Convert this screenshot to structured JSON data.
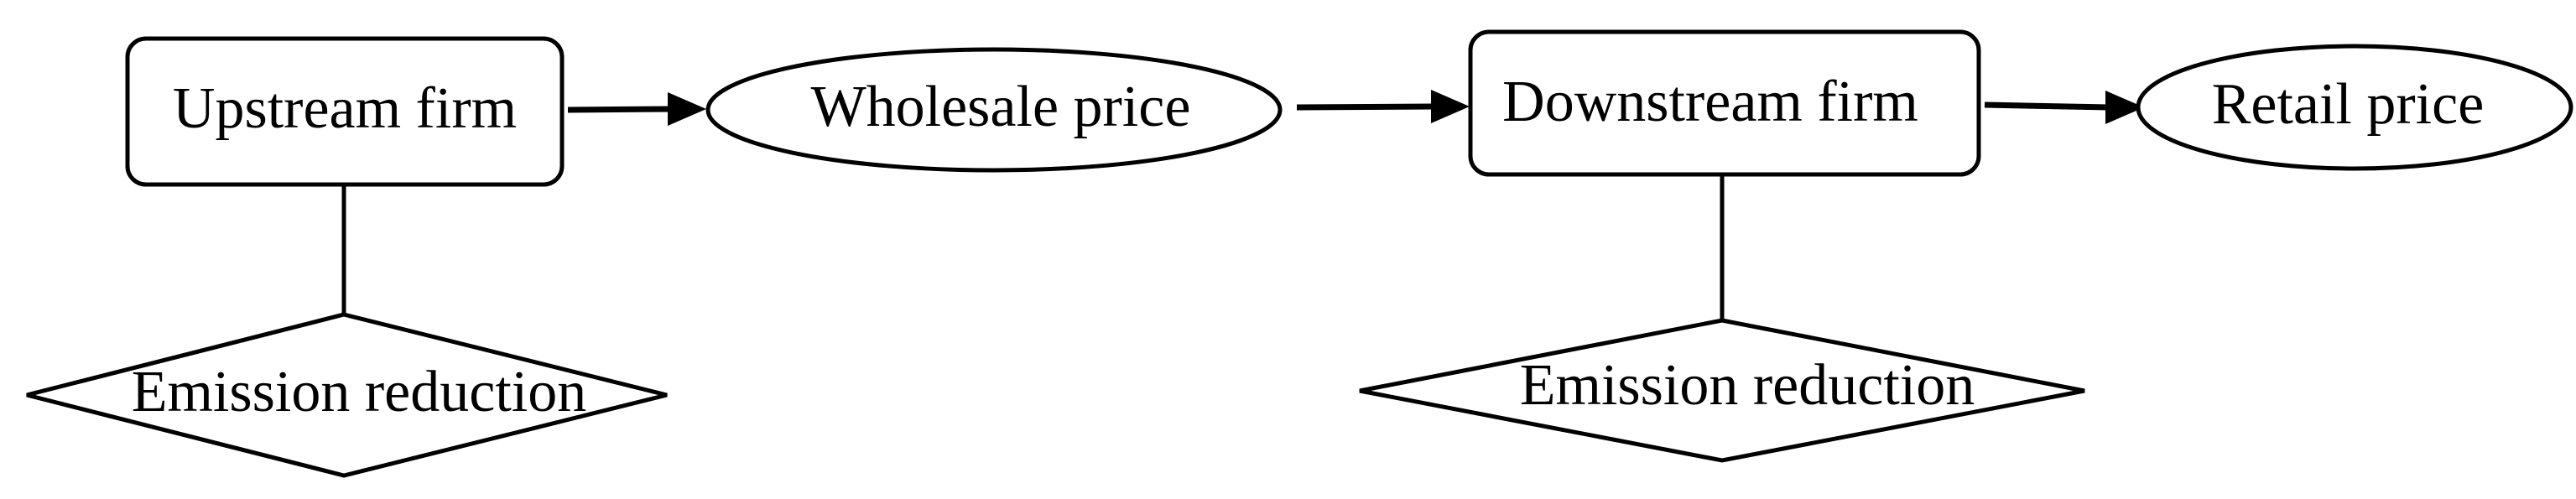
{
  "nodes": {
    "upstream_firm": "Upstream firm",
    "wholesale_price": "Wholesale price",
    "downstream_firm": "Downstream firm",
    "retail_price": "Retail price",
    "upstream_emission": "Emission reduction",
    "downstream_emission": "Emission reduction"
  },
  "colors": {
    "stroke": "#000000",
    "background": "#ffffff"
  }
}
